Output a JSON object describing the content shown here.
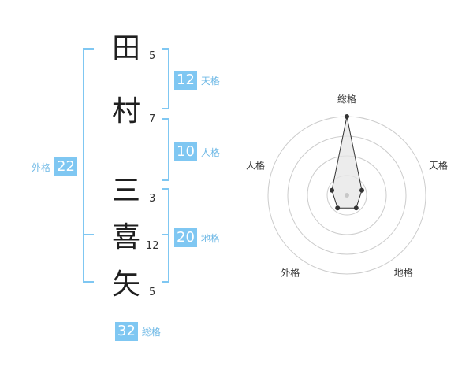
{
  "name": {
    "chars": [
      {
        "char": "田",
        "strokes": "5"
      },
      {
        "char": "村",
        "strokes": "7"
      },
      {
        "char": "三",
        "strokes": "3"
      },
      {
        "char": "喜",
        "strokes": "12"
      },
      {
        "char": "矢",
        "strokes": "5"
      }
    ]
  },
  "scores": {
    "tenkaku": {
      "value": "12",
      "label": "天格"
    },
    "jinkaku": {
      "value": "10",
      "label": "人格"
    },
    "chikaku": {
      "value": "20",
      "label": "地格"
    },
    "gaikaku": {
      "value": "22",
      "label": "外格"
    },
    "soukaku": {
      "value": "32",
      "label": "総格"
    }
  },
  "chart_data": {
    "type": "radar",
    "axes": [
      "総格",
      "天格",
      "地格",
      "外格",
      "人格"
    ],
    "values": [
      5,
      1,
      1,
      1,
      1
    ],
    "rmax": 5,
    "rings": 4,
    "colors": {
      "grid": "#cccccc",
      "fill": "#e6e6e6",
      "line": "#333333",
      "center": "#c8c8c8"
    }
  },
  "colors": {
    "accent": "#7fc7f2",
    "accent_text": "#6fb9e6"
  }
}
